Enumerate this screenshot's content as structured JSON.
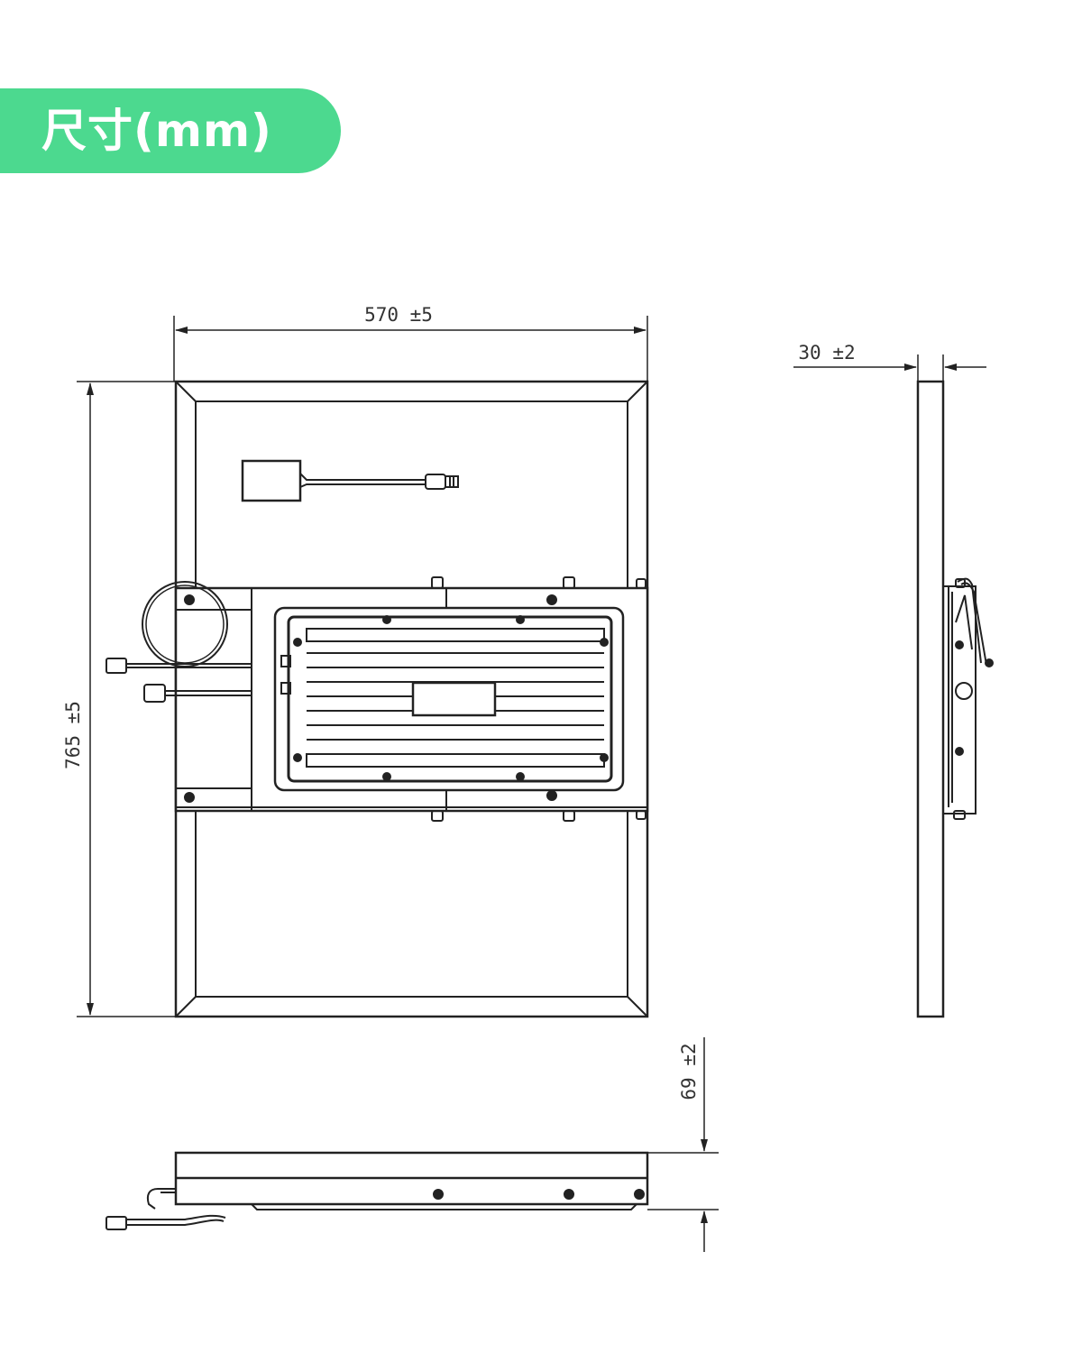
{
  "header": {
    "title": "尺寸(mm)"
  },
  "dimensions": {
    "width": "570 ±5",
    "height": "765 ±5",
    "thickness": "30 ±2",
    "depth": "69 ±2"
  },
  "colors": {
    "accent": "#4cd98f",
    "line": "#222222",
    "fill": "#ffffff"
  }
}
